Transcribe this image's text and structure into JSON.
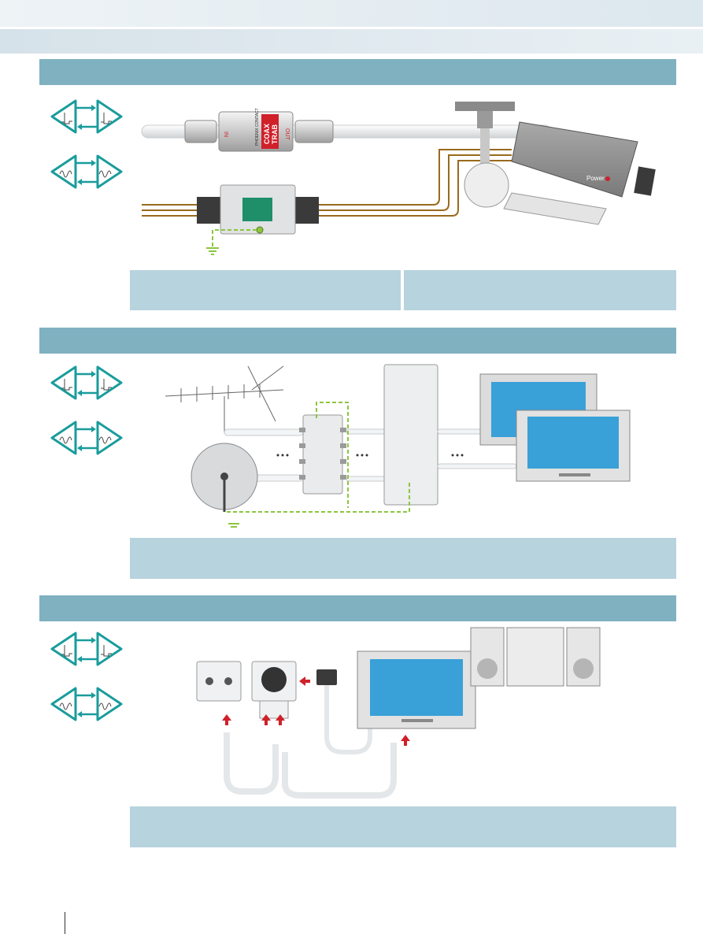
{
  "section1": {
    "coax_module": {
      "brand": "PHOENIX CONTACT",
      "name_line1": "COAX",
      "name_line2": "TRAB",
      "port_out": "OUT",
      "port_in": "IN"
    },
    "camera": {
      "power_label": "Power"
    }
  },
  "section2": {},
  "section3": {},
  "colors": {
    "header": "#7fb1c1",
    "caption": "#b7d3dd",
    "icon_teal": "#1a9c9c",
    "ground_green": "#8cc63f",
    "wire_brown": "#9a6a1e",
    "arrow_red": "#d0202a"
  },
  "icons": {
    "signal_pulse": "signal-pulse-icon",
    "signal_wave": "signal-wave-icon"
  }
}
